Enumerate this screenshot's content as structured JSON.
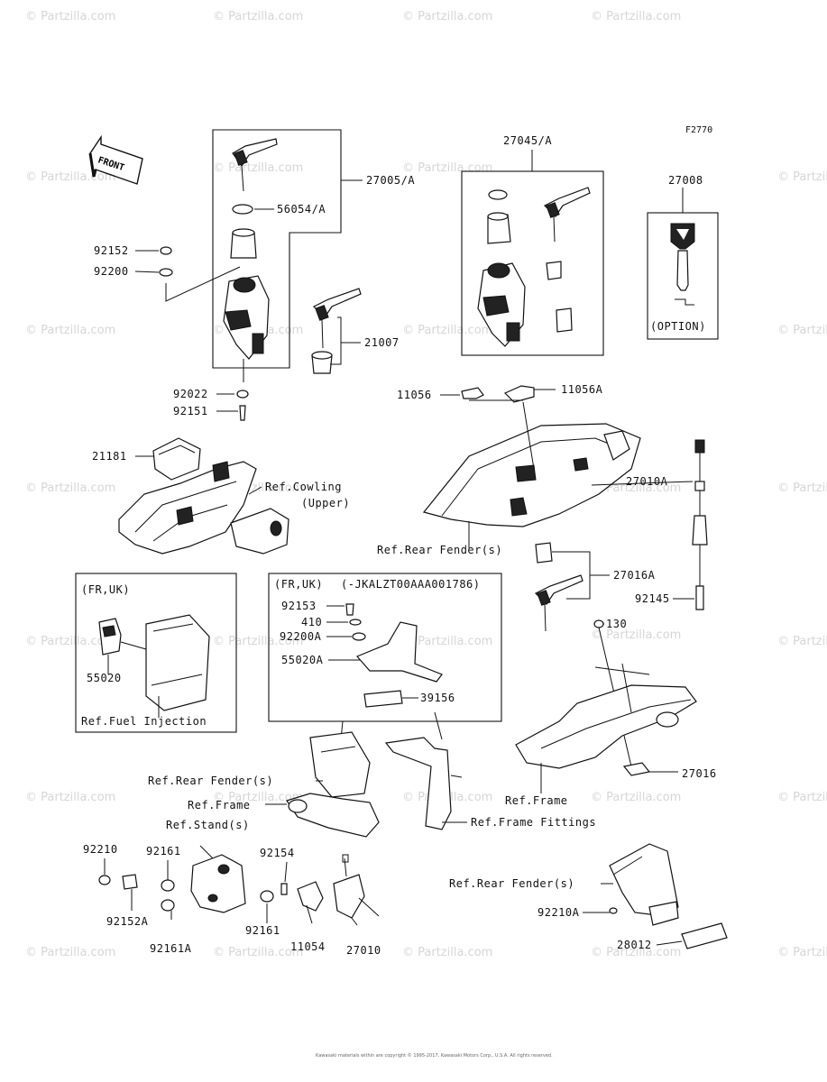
{
  "figure_code": "F2770",
  "watermark": "© Partzilla.com",
  "copyright": "Kawasaki materials within are copyright © 1995-2017, Kawasaki Motors Corp., U.S.A. All rights reserved.",
  "front_arrow": "FRONT",
  "callouts": {
    "p27005A": "27005/A",
    "p56054A": "56054/A",
    "p92152": "92152",
    "p92200": "92200",
    "p21007": "21007",
    "p92022": "92022",
    "p92151": "92151",
    "p27045A": "27045/A",
    "p27008": "27008",
    "option": "(OPTION)",
    "p11056": "11056",
    "p11056A": "11056A",
    "p21181": "21181",
    "p27010A": "27010A",
    "p27016A": "27016A",
    "p92145": "92145",
    "p130": "130",
    "p27016": "27016",
    "p55020": "55020",
    "p92153": "92153",
    "p410": "410",
    "p92200A": "92200A",
    "p55020A": "55020A",
    "p39156": "39156",
    "p92210": "92210",
    "p92161_top": "92161",
    "p92154": "92154",
    "p92152A": "92152A",
    "p92161A": "92161A",
    "p92161_bot": "92161",
    "p11054": "11054",
    "p27010": "27010",
    "p92210A": "92210A",
    "p28012": "28012"
  },
  "refs": {
    "cowling_1": "Ref.Cowling",
    "cowling_2": "(Upper)",
    "rear_fender_1": "Ref.Rear Fender(s)",
    "fuel_injection": "Ref.Fuel Injection",
    "rear_fender_2": "Ref.Rear Fender(s)",
    "frame_1": "Ref.Frame",
    "stand": "Ref.Stand(s)",
    "frame_2": "Ref.Frame",
    "frame_fittings": "Ref.Frame Fittings",
    "rear_fender_3": "Ref.Rear Fender(s)"
  },
  "boxes": {
    "fr_uk_left": "(FR,UK)",
    "fr_uk_mid": "(FR,UK)",
    "serial": "(-JKALZT00AAA001786)"
  }
}
